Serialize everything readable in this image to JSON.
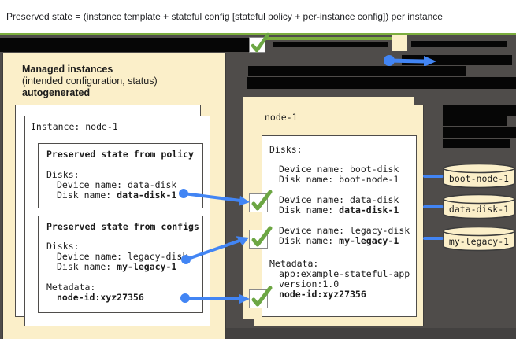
{
  "title_bar": {
    "text": "Preserved state = (instance template + stateful config [stateful policy + per-instance config]) per instance"
  },
  "legend": {
    "checkbox_icon": "checkmark-icon",
    "instance_swatch": "instance-color-swatch",
    "arrow_icon": "blue-arrow-icon"
  },
  "left_panel": {
    "heading": {
      "line1": "Managed instances",
      "line2": "(intended configuration, status)",
      "line3": "autogenerated"
    },
    "instance_box": {
      "title": "Instance: node-1",
      "policy_box": {
        "title": "Preserved state from policy",
        "disks_label": "Disks:",
        "device_line": "Device name: data-disk",
        "disk_label": "Disk name: ",
        "disk_value": "data-disk-1"
      },
      "configs_box": {
        "title": "Preserved state from configs",
        "disks_label": "Disks:",
        "device_line": "Device name: legacy-disk",
        "disk_label": "Disk name: ",
        "disk_value": "my-legacy-1",
        "metadata_label": "Metadata:",
        "metadata_value": "node-id:xyz27356"
      }
    }
  },
  "right_panel": {
    "title": "node-1",
    "disks_label": "Disks:",
    "entries": [
      {
        "device": "Device name: boot-disk",
        "disk_label": "Disk name: ",
        "disk_value": "boot-node-1"
      },
      {
        "device": "Device name: data-disk",
        "disk_label": "Disk name: ",
        "disk_value": "data-disk-1"
      },
      {
        "device": "Device name: legacy-disk",
        "disk_label": "Disk name: ",
        "disk_value": "my-legacy-1"
      }
    ],
    "metadata_label": "Metadata:",
    "metadata_line1": "app:example-stateful-app",
    "metadata_line2": "version:1.0",
    "metadata_value": "node-id:xyz27356"
  },
  "disk_cylinders": [
    {
      "label": "boot-node-1"
    },
    {
      "label": "data-disk-1"
    },
    {
      "label": "my-legacy-1"
    }
  ],
  "colors": {
    "background": "#4F4C4A",
    "panel_cream": "#FBEFC9",
    "accent_green": "#7CAE3E",
    "check_green": "#6CA643",
    "arrow_blue": "#4285F4",
    "redaction_black": "#060606",
    "title_text": "#202124"
  }
}
